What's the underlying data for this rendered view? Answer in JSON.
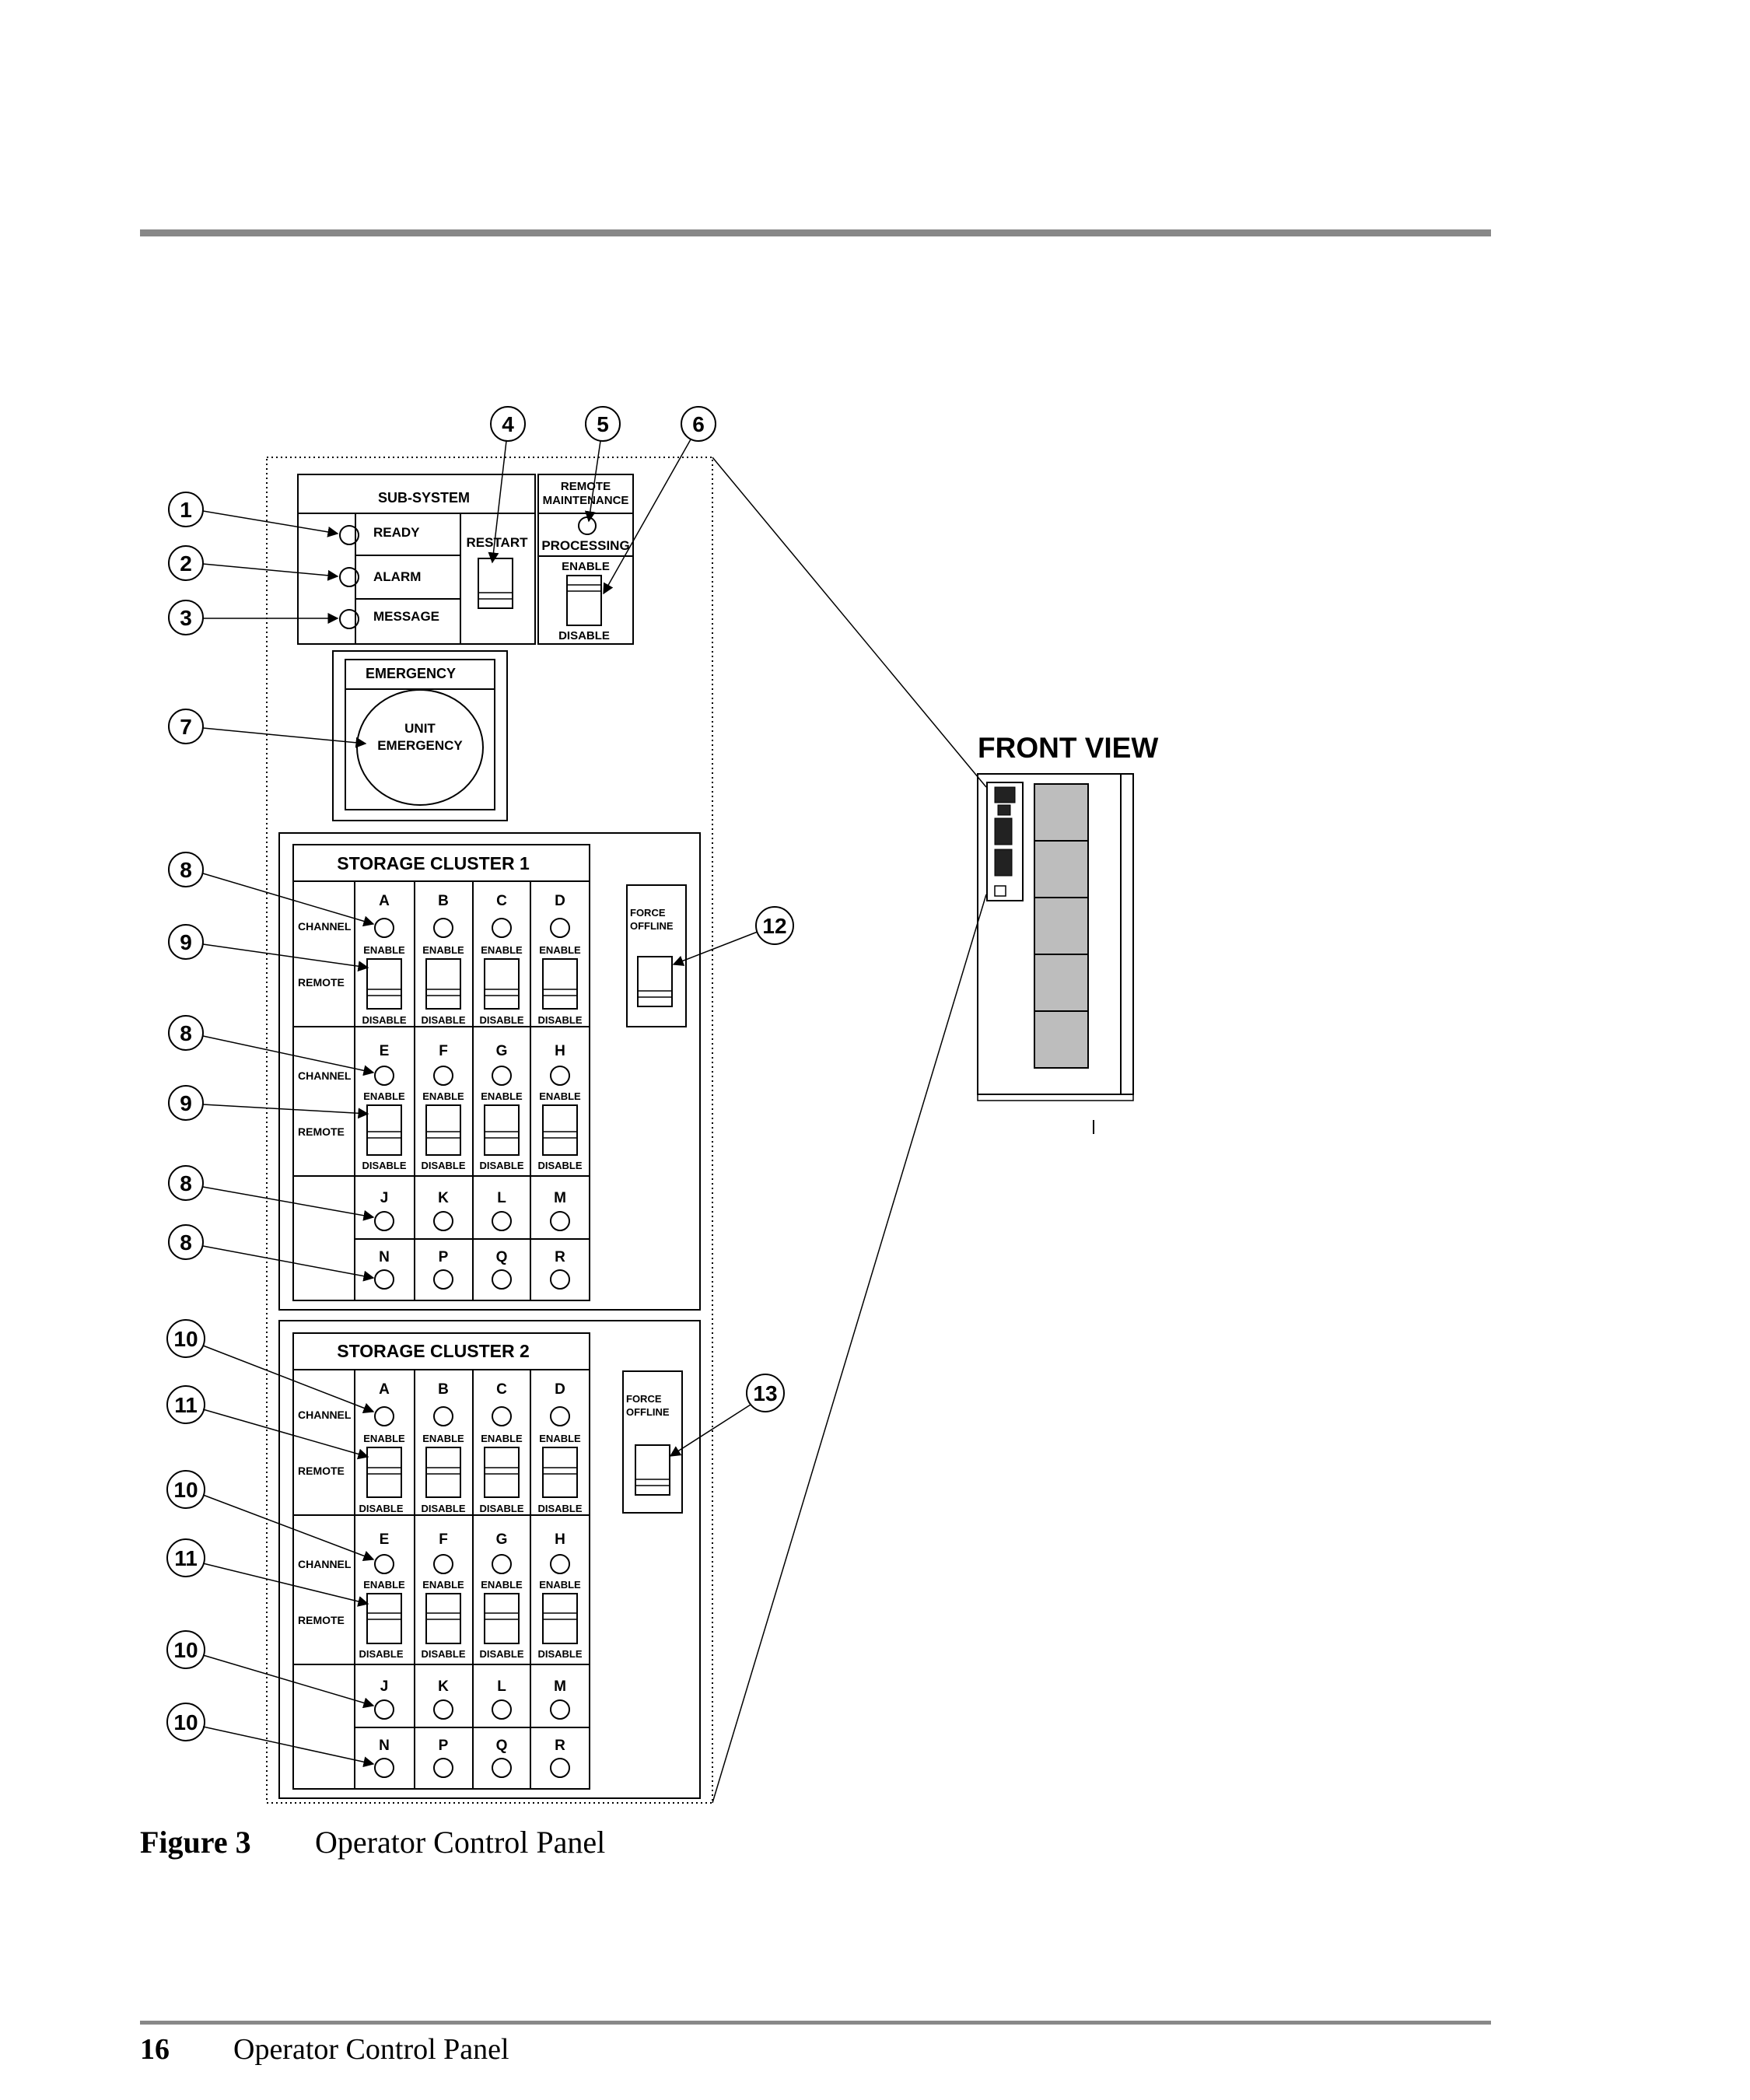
{
  "subsystem": {
    "title": "SUB-SYSTEM",
    "ready": "READY",
    "alarm": "ALARM",
    "message": "MESSAGE",
    "restart": "RESTART"
  },
  "remote": {
    "line1": "REMOTE",
    "line2": "MAINTENANCE",
    "processing": "PROCESSING",
    "enable": "ENABLE",
    "disable": "DISABLE"
  },
  "emergency": {
    "title": "EMERGENCY",
    "line1": "UNIT",
    "line2": "EMERGENCY"
  },
  "labels": {
    "channel": "CHANNEL",
    "remote": "REMOTE",
    "enable": "ENABLE",
    "disable": "DISABLE",
    "force1": "FORCE",
    "force2": "OFFLINE"
  },
  "cluster1": {
    "title": "STORAGE CLUSTER 1",
    "row1": [
      "A",
      "B",
      "C",
      "D"
    ],
    "row2": [
      "E",
      "F",
      "G",
      "H"
    ],
    "row3": [
      "J",
      "K",
      "L",
      "M"
    ],
    "row4": [
      "N",
      "P",
      "Q",
      "R"
    ]
  },
  "cluster2": {
    "title": "STORAGE CLUSTER 2",
    "row1": [
      "A",
      "B",
      "C",
      "D"
    ],
    "row2": [
      "E",
      "F",
      "G",
      "H"
    ],
    "row3": [
      "J",
      "K",
      "L",
      "M"
    ],
    "row4": [
      "N",
      "P",
      "Q",
      "R"
    ]
  },
  "front_view": "FRONT VIEW",
  "callouts": {
    "c1": "1",
    "c2": "2",
    "c3": "3",
    "c4": "4",
    "c5": "5",
    "c6": "6",
    "c7": "7",
    "c8a": "8",
    "c9a": "9",
    "c8b": "8",
    "c9b": "9",
    "c8c": "8",
    "c8d": "8",
    "c10a": "10",
    "c11a": "11",
    "c10b": "10",
    "c11b": "11",
    "c10c": "10",
    "c10d": "10",
    "c12": "12",
    "c13": "13"
  },
  "caption": {
    "figure_label": "Figure 3",
    "figure_title": "Operator Control Panel"
  },
  "footer": {
    "page_number": "16",
    "title": "Operator Control Panel"
  }
}
